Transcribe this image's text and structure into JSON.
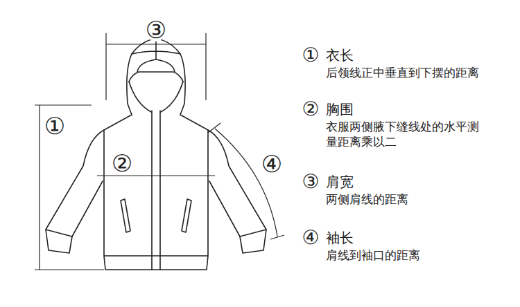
{
  "diagram": {
    "labels": [
      "③",
      "①",
      "②",
      "④",
      "①",
      "衣长",
      "后领线正中垂直到下摆的距离",
      "②",
      "胸围",
      "衣服两侧腋下缝线处的水平测 量距离乘以二",
      "③",
      "肩宽",
      "两侧肩线的距离",
      "④",
      "袖长",
      "肩线到袖口的距离"
    ]
  }
}
